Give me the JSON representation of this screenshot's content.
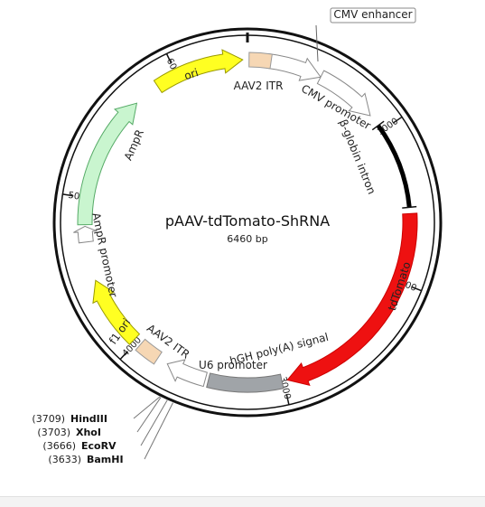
{
  "plasmid": {
    "name": "pAAV-tdTomato-ShRNA",
    "length_label": "6460 bp",
    "length": 6460
  },
  "ticks": [
    {
      "pos": 1000,
      "label": "1000"
    },
    {
      "pos": 2000,
      "label": "2000"
    },
    {
      "pos": 3000,
      "label": "3000"
    },
    {
      "pos": 4000,
      "label": "4000"
    },
    {
      "pos": 5000,
      "label": "5000"
    },
    {
      "pos": 6000,
      "label": "6000"
    }
  ],
  "features": [
    {
      "id": "cmv-enhancer",
      "label": "CMV enhancer",
      "start": 130,
      "end": 480,
      "type": "arrow",
      "fill": "#ffffff",
      "stroke": "#888888"
    },
    {
      "id": "cmv-promoter",
      "label": "CMV promoter",
      "start": 480,
      "end": 880,
      "type": "arrow",
      "fill": "#ffffff",
      "stroke": "#888888"
    },
    {
      "id": "beta-globin-intron",
      "label": "β-globin intron",
      "start": 960,
      "end": 1520,
      "type": "line",
      "fill": "#000000",
      "stroke": "#000000"
    },
    {
      "id": "tdtomato",
      "label": "tdTomato",
      "start": 1560,
      "end": 2975,
      "type": "arrow",
      "fill": "#ee1111",
      "stroke": "#cc0000"
    },
    {
      "id": "hgh-polya",
      "label": "hGH poly(A) signal",
      "start": 3010,
      "end": 3480,
      "type": "box",
      "fill": "#a0a4a8",
      "stroke": "#777777"
    },
    {
      "id": "u6-promoter",
      "label": "U6 promoter",
      "start": 3500,
      "end": 3760,
      "type": "arrow",
      "fill": "#ffffff",
      "stroke": "#888888"
    },
    {
      "id": "aav2-itr-left",
      "label": "AAV2 ITR",
      "start": 3830,
      "end": 3970,
      "type": "box",
      "fill": "#f6d7b4",
      "stroke": "#999999"
    },
    {
      "id": "f1-ori",
      "label": "f1 ori",
      "start": 4020,
      "end": 4470,
      "type": "arrow",
      "fill": "#ffff22",
      "stroke": "#999900"
    },
    {
      "id": "ampr-promoter",
      "label": "AmpR promoter",
      "start": 4720,
      "end": 4820,
      "type": "arrow",
      "fill": "#ffffff",
      "stroke": "#888888"
    },
    {
      "id": "ampr",
      "label": "AmpR",
      "start": 4830,
      "end": 5690,
      "type": "arrow",
      "fill": "#c9f5cf",
      "stroke": "#55aa66"
    },
    {
      "id": "ori",
      "label": "ori",
      "start": 5860,
      "end": 6430,
      "type": "arrow",
      "fill": "#ffff22",
      "stroke": "#999900"
    },
    {
      "id": "aav2-itr-right",
      "label": "AAV2 ITR",
      "start": 10,
      "end": 150,
      "type": "box",
      "fill": "#f6d7b4",
      "stroke": "#999999"
    }
  ],
  "sites": [
    {
      "pos_label": "(3709)",
      "name": "HindIII",
      "pos": 3709
    },
    {
      "pos_label": "(3703)",
      "name": "XhoI",
      "pos": 3703
    },
    {
      "pos_label": "(3666)",
      "name": "EcoRV",
      "pos": 3666
    },
    {
      "pos_label": "(3633)",
      "name": "BamHI",
      "pos": 3633
    }
  ]
}
